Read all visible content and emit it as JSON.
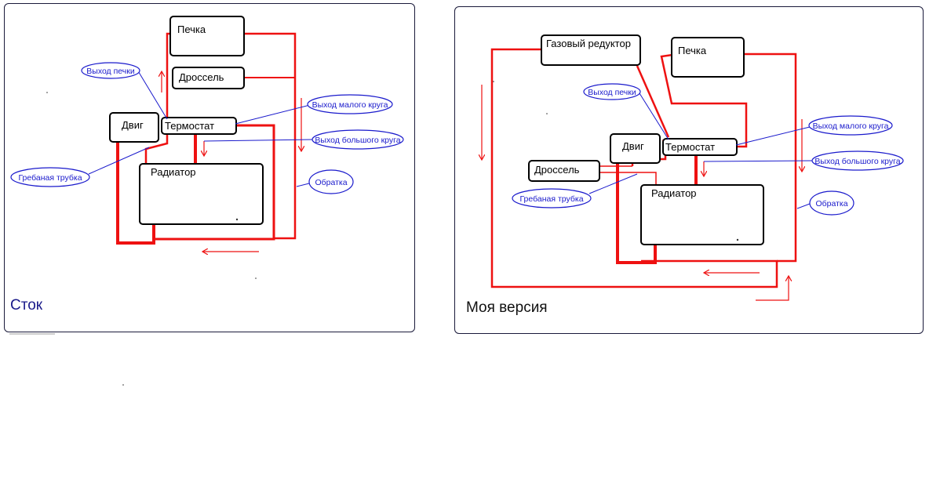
{
  "panels": [
    {
      "caption": "Сток",
      "boxes": {
        "pechka": "Печка",
        "drossel": "Дроссель",
        "dvig": "Двиг",
        "termostat": "Термостат",
        "radiator": "Радиатор"
      },
      "callouts": {
        "vyhod_pechki": "Выход печки",
        "vyhod_malogo": "Выход малого круга",
        "vyhod_bolshogo": "Выход большого круга",
        "grebanaya": "Гребаная трубка",
        "obratka": "Обратка"
      }
    },
    {
      "caption": "Моя версия",
      "boxes": {
        "gazovyi": "Газовый редуктор",
        "pechka": "Печка",
        "dvig": "Двиг",
        "termostat": "Термостат",
        "drossel": "Дроссель",
        "radiator": "Радиатор"
      },
      "callouts": {
        "vyhod_pechki": "Выход печки",
        "vyhod_malogo": "Выход малого круга",
        "vyhod_bolshogo": "Выход большого круга",
        "grebanaya": "Гребаная трубка",
        "obratka": "Обратка"
      }
    }
  ],
  "colors": {
    "pipe": "#ee1111",
    "callout": "#1a1acc",
    "caption_left": "#1a1a8a",
    "caption_right": "#111111"
  }
}
